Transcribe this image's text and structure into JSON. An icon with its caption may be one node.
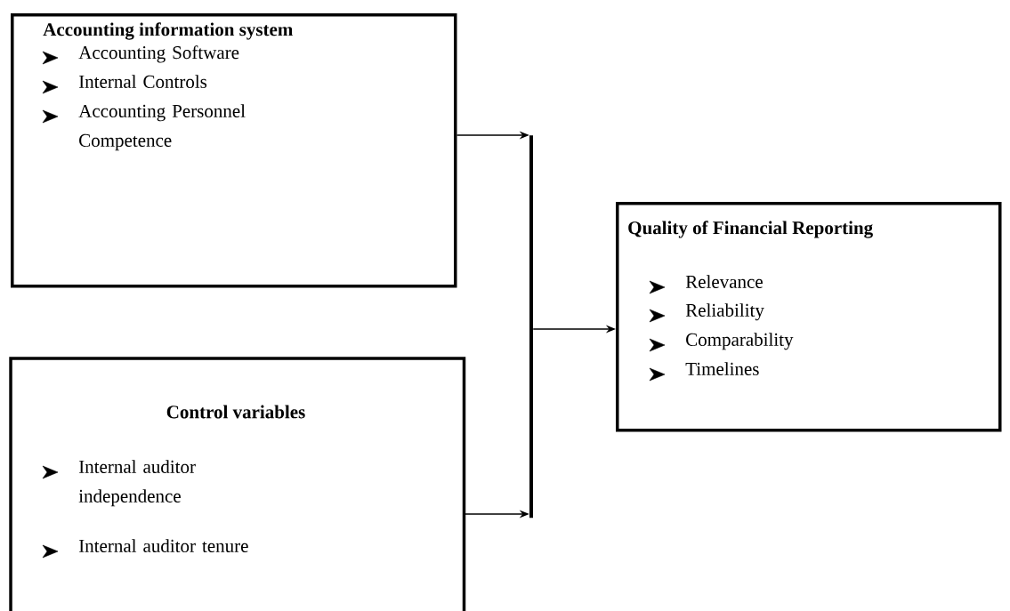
{
  "diagram": {
    "nodes": [
      {
        "text": [
          "Accounting information system",
          "Accounting Software",
          "Internal Controls",
          "Accounting Personnel Competence"
        ]
      },
      {
        "text": [
          "Control variables",
          "Internal auditor independence",
          "Internal auditor tenure"
        ]
      },
      {
        "text": [
          "Quality of Financial Reporting",
          "Relevance",
          "Reliability",
          "Comparability",
          "Timelines"
        ]
      },
      {
        "text": [],
        "shape": "bar"
      }
    ],
    "edges": [
      {
        "from": 0,
        "to": 3,
        "arrow": "to"
      },
      {
        "from": 1,
        "to": 3,
        "arrow": "to"
      },
      {
        "from": 3,
        "to": 2,
        "arrow": "to"
      }
    ]
  }
}
